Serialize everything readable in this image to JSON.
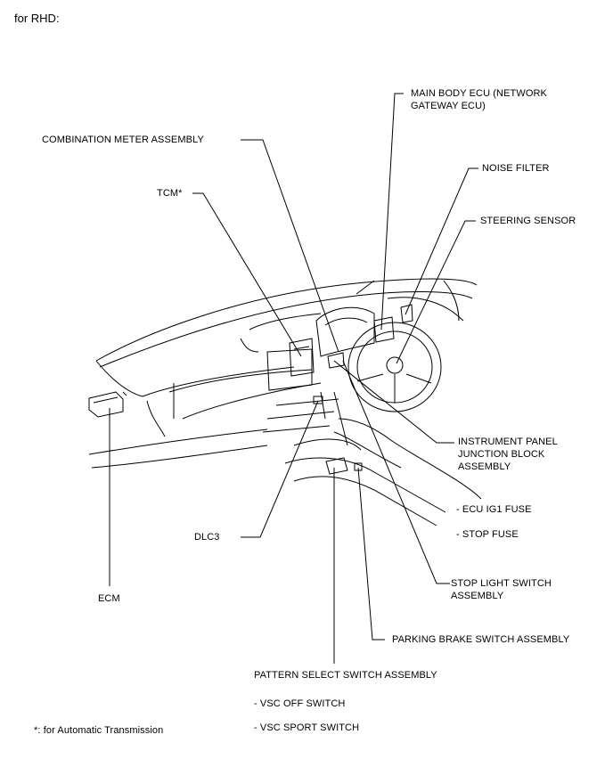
{
  "header": {
    "title": "for RHD:"
  },
  "labels": {
    "main_body_ecu_1": "MAIN BODY ECU (NETWORK",
    "main_body_ecu_2": "GATEWAY ECU)",
    "combination_meter": "COMBINATION METER ASSEMBLY",
    "noise_filter": "NOISE FILTER",
    "tcm": "TCM*",
    "steering_sensor": "STEERING SENSOR",
    "instrument_panel_1": "INSTRUMENT PANEL",
    "instrument_panel_2": "JUNCTION BLOCK",
    "instrument_panel_3": "ASSEMBLY",
    "ecu_ig1_fuse": "- ECU IG1 FUSE",
    "stop_fuse": "- STOP FUSE",
    "dlc3": "DLC3",
    "stop_light_1": "STOP LIGHT SWITCH",
    "stop_light_2": "ASSEMBLY",
    "ecm": "ECM",
    "parking_brake": "PARKING BRAKE SWITCH ASSEMBLY",
    "pattern_select": "PATTERN SELECT SWITCH ASSEMBLY",
    "vsc_off": "- VSC OFF SWITCH",
    "vsc_sport": "- VSC SPORT SWITCH"
  },
  "footnote": "*:  for Automatic Transmission"
}
